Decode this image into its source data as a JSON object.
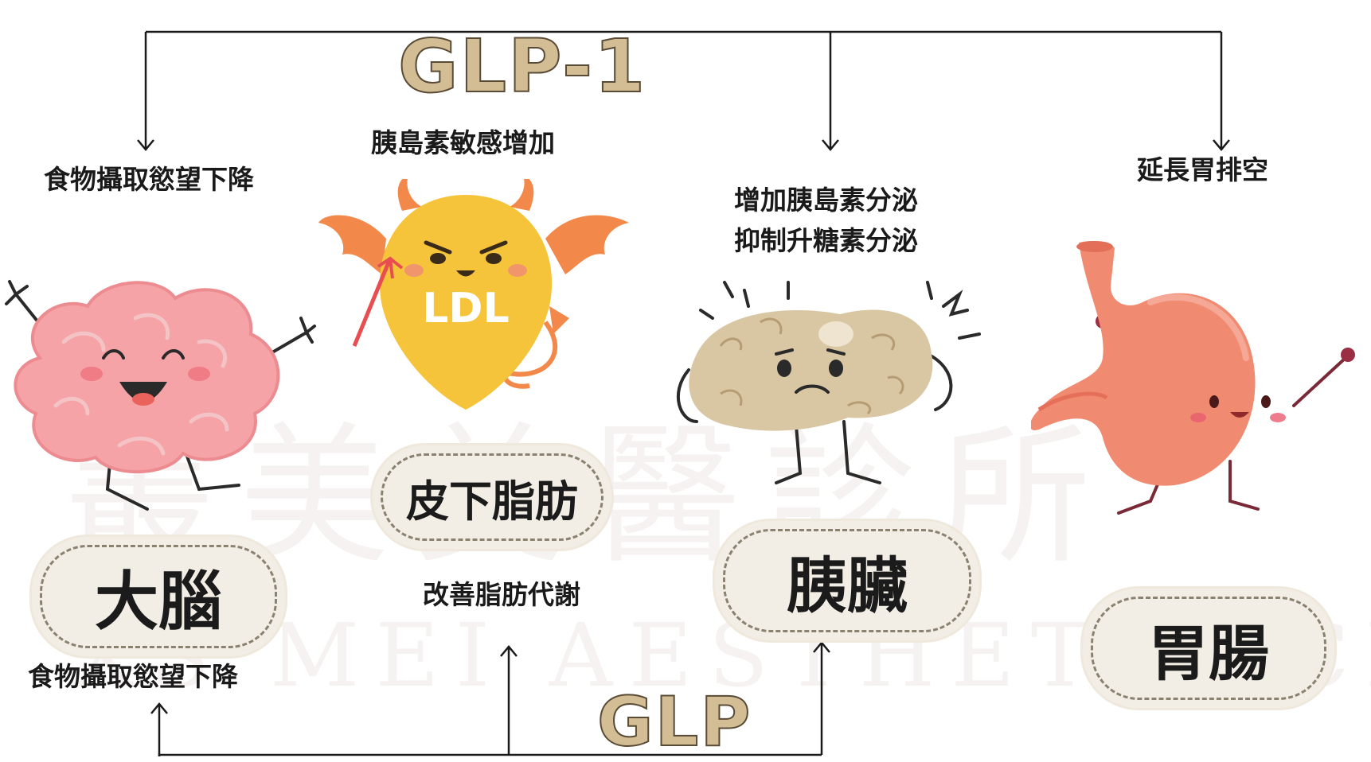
{
  "titles": {
    "top": "GLP-1",
    "bottom": "GLP"
  },
  "captions": {
    "brain_top": "食物攝取慾望下降",
    "fat_top": "胰島素敏感增加",
    "pancreas_top_1": "增加胰島素分泌",
    "pancreas_top_2": "抑制升糖素分泌",
    "stomach_top": "延長胃排空",
    "brain_bottom": "食物攝取慾望下降",
    "fat_bottom": "改善脂肪代謝"
  },
  "organs": {
    "brain": "大腦",
    "fat": "皮下脂肪",
    "pancreas": "胰臟",
    "stomach": "胃腸"
  },
  "illustration_labels": {
    "ldl": "LDL"
  },
  "watermark": {
    "chinese": "叢美美醫診所",
    "english": "XS MEI AESTHETIC CLINIC"
  },
  "colors": {
    "title_fill": "#d2bd95",
    "title_stroke": "#5a4b36",
    "organ_box_bg": "#f3eee5",
    "brain_pink": "#f5a3a6",
    "ldl_yellow": "#f6c43a",
    "pancreas_tan": "#d9c7a4",
    "stomach_salmon": "#f08a70"
  }
}
